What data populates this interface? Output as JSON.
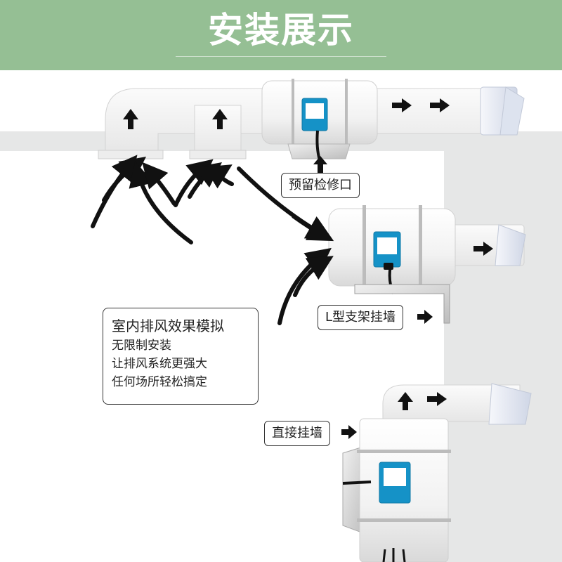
{
  "header": {
    "title": "安装展示"
  },
  "labels": {
    "inspection_port": "预留检修口",
    "l_bracket": "L型支架挂墙",
    "direct_mount": "直接挂墙"
  },
  "callout": {
    "title": "室内排风效果模拟",
    "lines": [
      "无限制安装",
      "让排风系统更强大",
      "任何场所轻松搞定"
    ]
  },
  "colors": {
    "header_bg": "#95bf94",
    "wall": "#e6e7e7",
    "duct": "#f4f4f4",
    "arrow": "#111111"
  }
}
